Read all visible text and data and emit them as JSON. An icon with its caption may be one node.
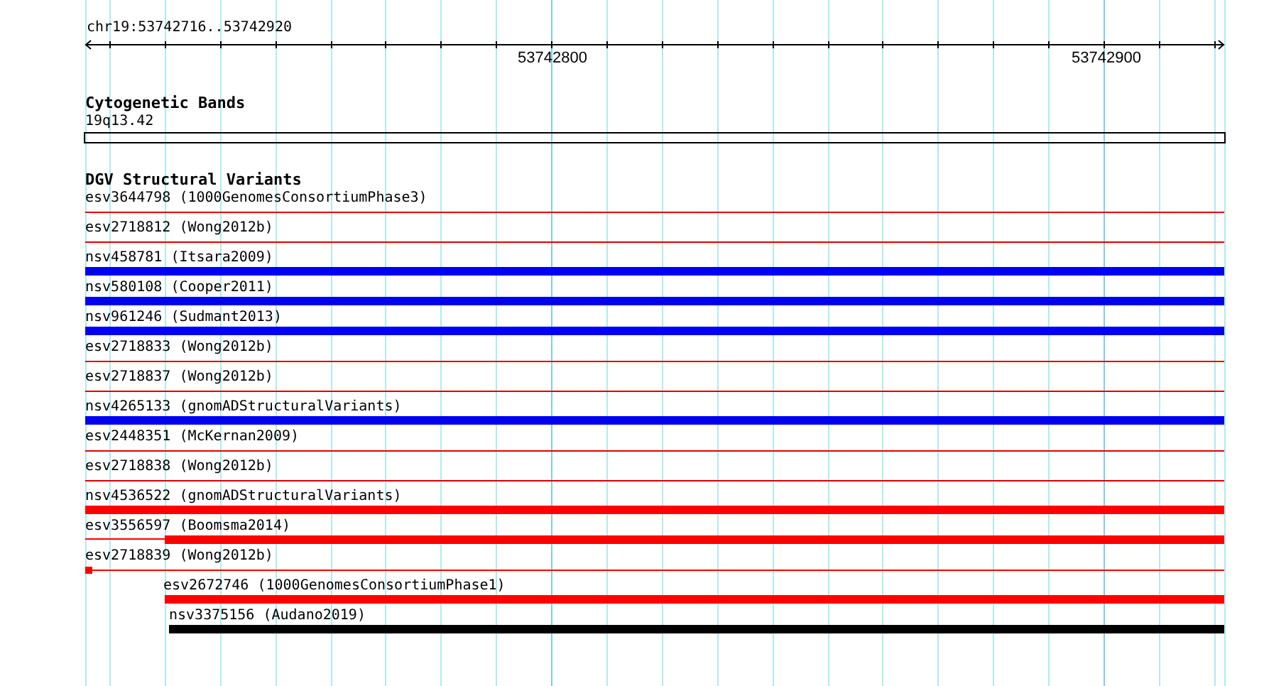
{
  "diagram": {
    "labels": [
      "chr19:53742716..53742920",
      "53742800",
      "53742900",
      "Cytogenetic Bands",
      "19q13.42",
      "DGV Structural Variants",
      "esv3644798 (1000GenomesConsortiumPhase3)",
      "esv2718812 (Wong2012b)",
      "nsv458781 (Itsara2009)",
      "nsv580108 (Cooper2011)",
      "nsv961246 (Sudmant2013)",
      "esv2718833 (Wong2012b)",
      "esv2718837 (Wong2012b)",
      "nsv4265133 (gnomADStructuralVariants)",
      "esv2448351 (McKernan2009)",
      "esv2718838 (Wong2012b)",
      "nsv4536522 (gnomADStructuralVariants)",
      "esv3556597 (Boomsma2014)",
      "esv2718839 (Wong2012b)",
      "esv2672746 (1000GenomesConsortiumPhase1)",
      "nsv3375156 (Audano2019)"
    ]
  }
}
